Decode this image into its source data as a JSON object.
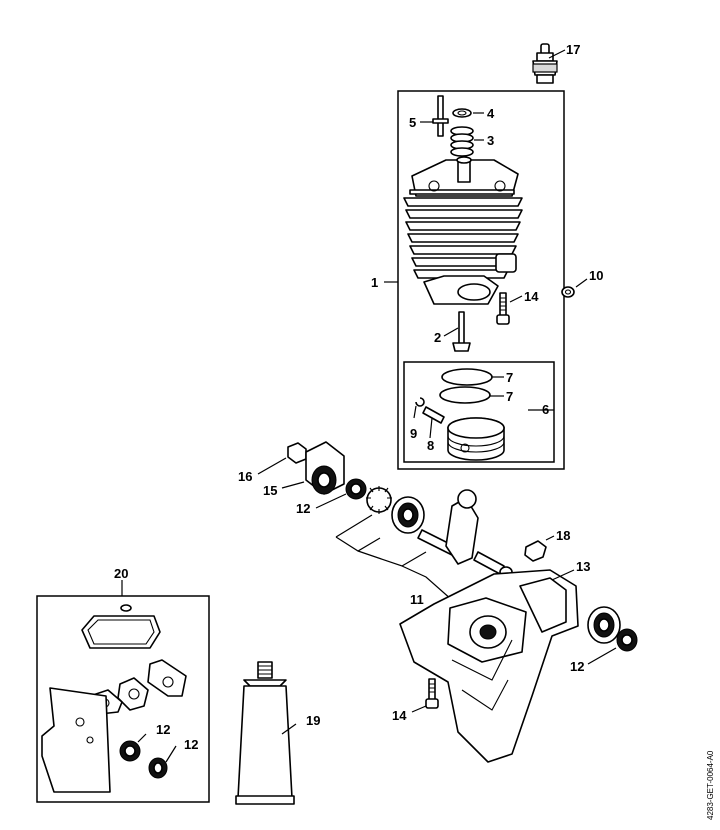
{
  "diagram": {
    "drawing_code": "4283-GET-0064-A0",
    "callouts": [
      {
        "id": "c1",
        "text": "1"
      },
      {
        "id": "c2",
        "text": "2"
      },
      {
        "id": "c3",
        "text": "3"
      },
      {
        "id": "c4",
        "text": "4"
      },
      {
        "id": "c5",
        "text": "5"
      },
      {
        "id": "c6",
        "text": "6"
      },
      {
        "id": "c7a",
        "text": "7"
      },
      {
        "id": "c7b",
        "text": "7"
      },
      {
        "id": "c8",
        "text": "8"
      },
      {
        "id": "c9",
        "text": "9"
      },
      {
        "id": "c10",
        "text": "10"
      },
      {
        "id": "c11",
        "text": "11"
      },
      {
        "id": "c12a",
        "text": "12"
      },
      {
        "id": "c12b",
        "text": "12"
      },
      {
        "id": "c12c",
        "text": "12"
      },
      {
        "id": "c12d",
        "text": "12"
      },
      {
        "id": "c13",
        "text": "13"
      },
      {
        "id": "c14a",
        "text": "14"
      },
      {
        "id": "c14b",
        "text": "14"
      },
      {
        "id": "c15",
        "text": "15"
      },
      {
        "id": "c16",
        "text": "16"
      },
      {
        "id": "c17",
        "text": "17"
      },
      {
        "id": "c18",
        "text": "18"
      },
      {
        "id": "c19",
        "text": "19"
      },
      {
        "id": "c20",
        "text": "20"
      }
    ]
  }
}
